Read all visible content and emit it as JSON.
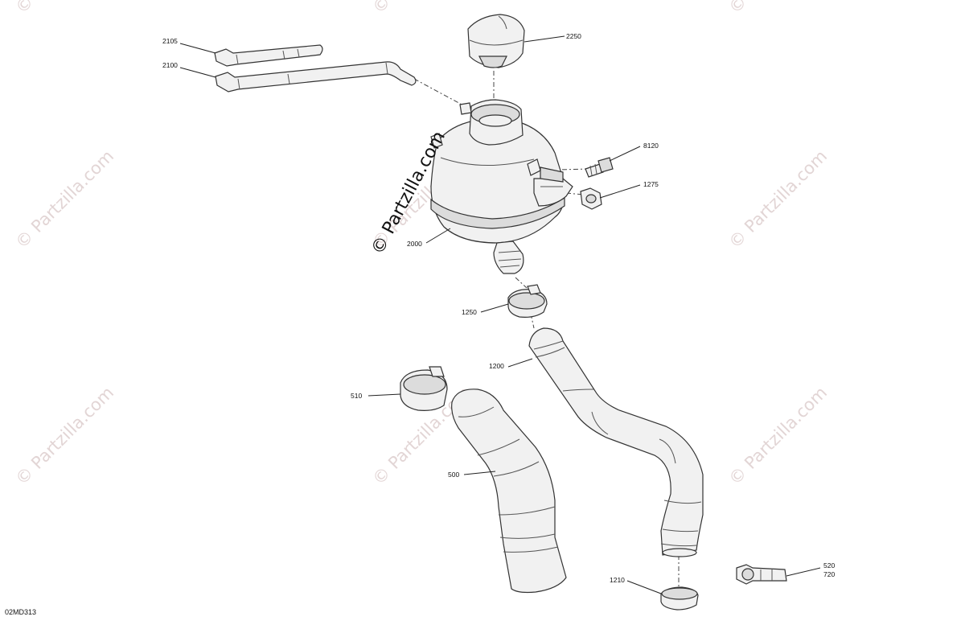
{
  "diagram": {
    "drawing_code": "02MD313",
    "watermark": "© Partzilla.com",
    "watermark_main": "© Partzilla.com",
    "callouts": {
      "c2105": "2105",
      "c2100": "2100",
      "c2250": "2250",
      "c8120": "8120",
      "c1275": "1275",
      "c2000": "2000",
      "c1250": "1250",
      "c1200": "1200",
      "c510": "510",
      "c500": "500",
      "c1210": "1210",
      "c520": "520",
      "c720": "720"
    }
  }
}
